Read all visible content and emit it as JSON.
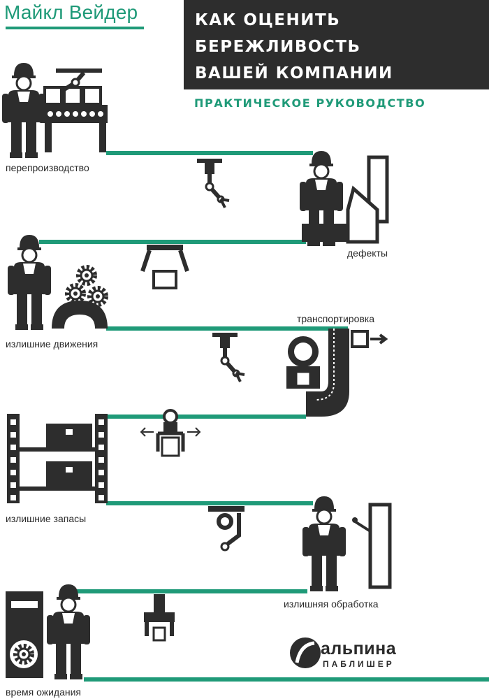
{
  "cover": {
    "author": "Майкл Вейдер",
    "title_lines": [
      "КАК ОЦЕНИТЬ",
      "БЕРЕЖЛИВОСТЬ",
      "ВАШЕЙ КОМПАНИИ"
    ],
    "subtitle": "ПРАКТИЧЕСКОЕ РУКОВОДСТВО"
  },
  "wastes": [
    "перепроизводство",
    "дефекты",
    "излишние движения",
    "транспортировка",
    "излишние запасы",
    "излишняя обработка",
    "время ожидания"
  ],
  "publisher": {
    "name": "альпина",
    "sub": "ПАБЛИШЕР"
  },
  "colors": {
    "accent": "#1f9a78",
    "dark": "#2d2d2d",
    "background": "#ffffff"
  },
  "icons": [
    "worker-icon",
    "robot-arm-icon",
    "gear-icon",
    "conveyor-icon",
    "storage-rack-icon",
    "box-icon",
    "machine-panel-icon",
    "publisher-logo-icon"
  ]
}
